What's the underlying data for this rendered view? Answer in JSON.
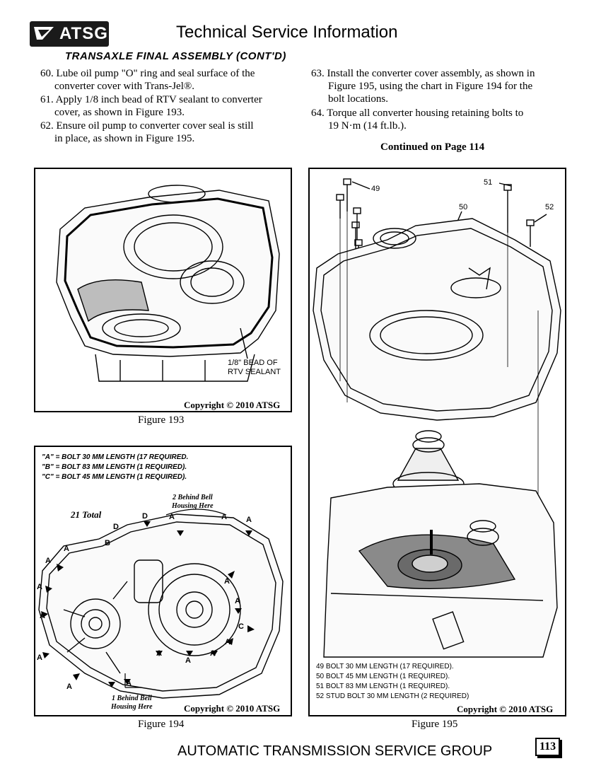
{
  "header": {
    "logo_text": "ATSG",
    "title": "Technical Service Information",
    "section_title": "TRANSAXLE FINAL ASSEMBLY (CONT'D)"
  },
  "steps_left": [
    {
      "line1": "60. Lube oil pump \"O\" ring and seal surface of the",
      "line2": "converter cover with Trans-Jel®."
    },
    {
      "line1": "61. Apply 1/8 inch bead of RTV sealant to converter",
      "line2": "cover, as shown in Figure 193."
    },
    {
      "line1": "62. Ensure oil pump to converter cover seal is still",
      "line2": "in place, as shown in Figure 195."
    }
  ],
  "steps_right": [
    {
      "line1": "63. Install the converter cover assembly, as shown in",
      "line2": "Figure 195, using the chart in Figure 194 for the",
      "line3": "bolt locations."
    },
    {
      "line1": "64. Torque all converter housing retaining bolts to",
      "line2": "19 N·m (14 ft.lb.)."
    }
  ],
  "continued": "Continued on Page 114",
  "figure193": {
    "callout_line1": "1/8\" BEAD OF",
    "callout_line2": "RTV SEALANT",
    "copyright": "Copyright © 2010 ATSG",
    "caption": "Figure 193"
  },
  "figure194": {
    "legend": [
      "\"A\" = BOLT 30 MM LENGTH  (17 REQUIRED.",
      "\"B\" = BOLT 83 MM LENGTH  (1 REQUIRED).",
      "\"C\" = BOLT 45 MM LENGTH  (1 REQUIRED)."
    ],
    "total": "21 Total",
    "behind_top_line1": "2 Behind Bell",
    "behind_top_line2": "Housing Here",
    "behind_bottom_line1": "1 Behind Bell",
    "behind_bottom_line2": "Housing Here",
    "letters": [
      "A",
      "A",
      "A",
      "A",
      "A",
      "A",
      "A",
      "A",
      "A",
      "A",
      "A",
      "A",
      "A",
      "A",
      "A",
      "A",
      "B",
      "C",
      "D",
      "D"
    ],
    "copyright": "Copyright © 2010 ATSG",
    "caption": "Figure 194"
  },
  "figure195": {
    "callouts": [
      "49",
      "51",
      "50",
      "52"
    ],
    "legend": [
      "49  BOLT 30 MM LENGTH  (17 REQUIRED).",
      "50  BOLT 45 MM LENGTH  (1 REQUIRED).",
      "51  BOLT 83 MM LENGTH  (1 REQUIRED).",
      "52  STUD BOLT 30 MM LENGTH  (2 REQUIRED)"
    ],
    "copyright": "Copyright © 2010 ATSG",
    "caption": "Figure 195"
  },
  "footer": {
    "text": "AUTOMATIC TRANSMISSION SERVICE GROUP",
    "page_number": "113"
  }
}
